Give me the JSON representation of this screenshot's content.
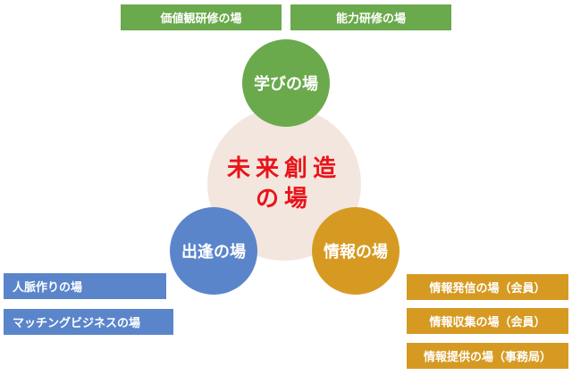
{
  "hub": {
    "line1": "未来創造",
    "line2": "の場"
  },
  "nodes": {
    "learning": "学びの場",
    "networking": "出逢の場",
    "information": "情報の場"
  },
  "learning_items": [
    "価値観研修の場",
    "能力研修の場"
  ],
  "networking_items": [
    "人脈作りの場",
    "マッチングビジネスの場"
  ],
  "information_items": [
    "情報発信の場（会員）",
    "情報収集の場（会員）",
    "情報提供の場（事務局）"
  ],
  "colors": {
    "hub_fill": "#f3e6de",
    "hub_text": "#e8141a",
    "learning": "#6aa94c",
    "networking": "#5a85cb",
    "information": "#d69a22"
  }
}
